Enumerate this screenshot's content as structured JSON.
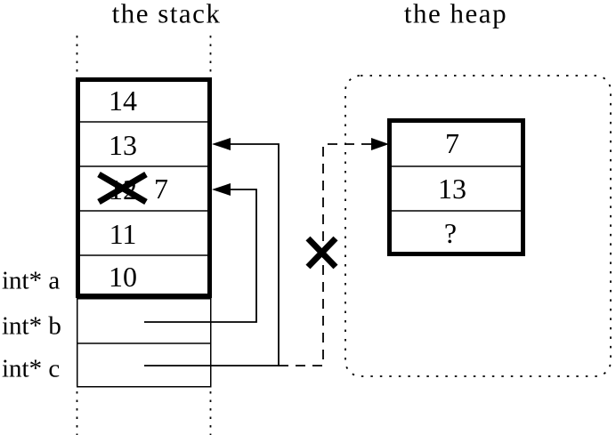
{
  "stack": {
    "title": "the stack",
    "cells": [
      {
        "value": "14"
      },
      {
        "value": "13"
      },
      {
        "value": "12",
        "crossed_out": true,
        "new_value": "7"
      },
      {
        "value": "11"
      },
      {
        "value": "10"
      }
    ],
    "pointer_labels": [
      {
        "label": "int* a"
      },
      {
        "label": "int* b"
      },
      {
        "label": "int* c"
      }
    ]
  },
  "heap": {
    "title": "the heap",
    "cells": [
      {
        "value": "7"
      },
      {
        "value": "13"
      },
      {
        "value": "?"
      }
    ]
  },
  "pointers": {
    "b_arrow": {
      "style": "solid",
      "from": "int* b",
      "to": "stack-cell-overwritten-7"
    },
    "c_arrow": {
      "style": "solid",
      "from": "int* c",
      "to": "stack-cell-13"
    },
    "c_old_arrow": {
      "style": "dashed",
      "from": "int* c",
      "to": "heap-cell-7",
      "crossed_out": true
    }
  },
  "colors": {
    "ink": "#000000",
    "background": "#ffffff"
  }
}
